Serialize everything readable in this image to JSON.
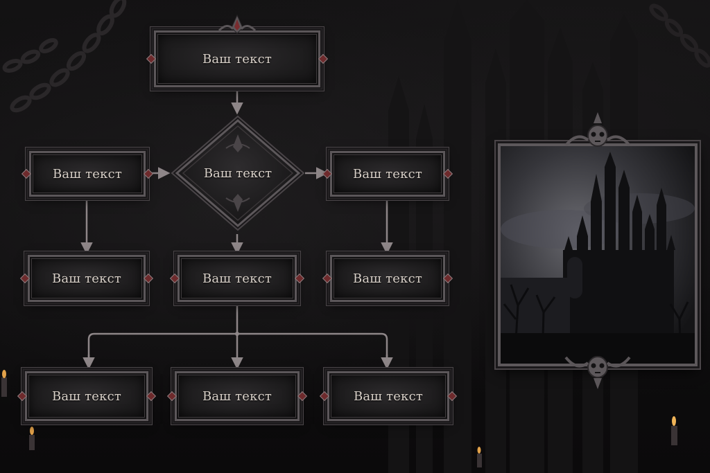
{
  "diagram": {
    "top": {
      "label": "Ваш текст"
    },
    "decision": {
      "label": "Ваш текст"
    },
    "left_mid": {
      "label": "Ваш текст"
    },
    "right_mid": {
      "label": "Ваш текст"
    },
    "left_low": {
      "label": "Ваш текст"
    },
    "center_low": {
      "label": "Ваш текст"
    },
    "right_low": {
      "label": "Ваш текст"
    },
    "bottom_left": {
      "label": "Ваш текст"
    },
    "bottom_center": {
      "label": "Ваш текст"
    },
    "bottom_right": {
      "label": "Ваш текст"
    }
  },
  "colors": {
    "text": "#d8d0c8",
    "connector": "#8e8688",
    "accent_red": "#6e2a2c",
    "frame_metal": "#5d585b"
  },
  "picture": {
    "icon": "gothic-castle-painting"
  }
}
